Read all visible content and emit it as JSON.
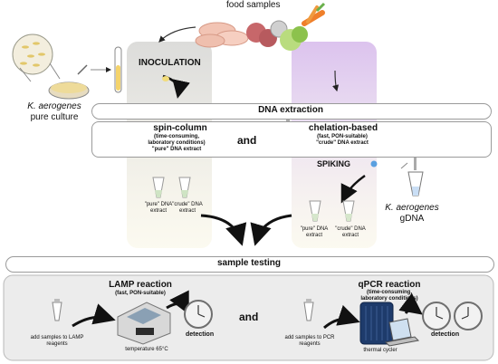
{
  "food_samples_label": "food samples",
  "culture": {
    "organism": "K. aerogenes",
    "label": "pure culture"
  },
  "inoculation_label": "INOCULATION",
  "dna_extraction": {
    "title": "DNA extraction",
    "spin_column": {
      "title": "spin-column",
      "note_line1": "(time-consuming,",
      "note_line2": "laboratory conditions)",
      "note_line3": "\"pure\" DNA extract"
    },
    "connector": "and",
    "chelation": {
      "title": "chelation-based",
      "note_line1": "(fast, PON-suitable)",
      "note_line2": "\"crude\" DNA extract"
    }
  },
  "inoculated_tubes": {
    "pure_line1": "\"pure\" DNA",
    "pure_line2": "extract",
    "crude_line1": "\"crude\" DNA",
    "crude_line2": "extract"
  },
  "spiking": {
    "label": "SPIKING",
    "gdna_organism": "K. aerogenes",
    "gdna_label": "gDNA",
    "pure_line1": "\"pure\" DNA",
    "pure_line2": "extract",
    "crude_line1": "\"crude\" DNA",
    "crude_line2": "extract"
  },
  "sample_testing": "sample testing",
  "lamp": {
    "title": "LAMP reaction",
    "subtitle": "(fast, PON-suitable)",
    "step_line1": "add samples to LAMP",
    "step_line2": "reagents",
    "temperature": "temperature 65°C",
    "detection": "detection"
  },
  "middle_and": "and",
  "qpcr": {
    "title": "qPCR reaction",
    "subtitle_line1": "(time-consuming,",
    "subtitle_line2": "laboratory conditions)",
    "step_line1": "add samples to PCR",
    "step_line2": "reagents",
    "instrument": "thermal cycler",
    "detection": "detection"
  },
  "colors": {
    "left_column": "#e6e6e3",
    "right_column": "#e2cdef",
    "pale_yellow": "#f8f5e4",
    "bottom_panel": "#ececec"
  }
}
